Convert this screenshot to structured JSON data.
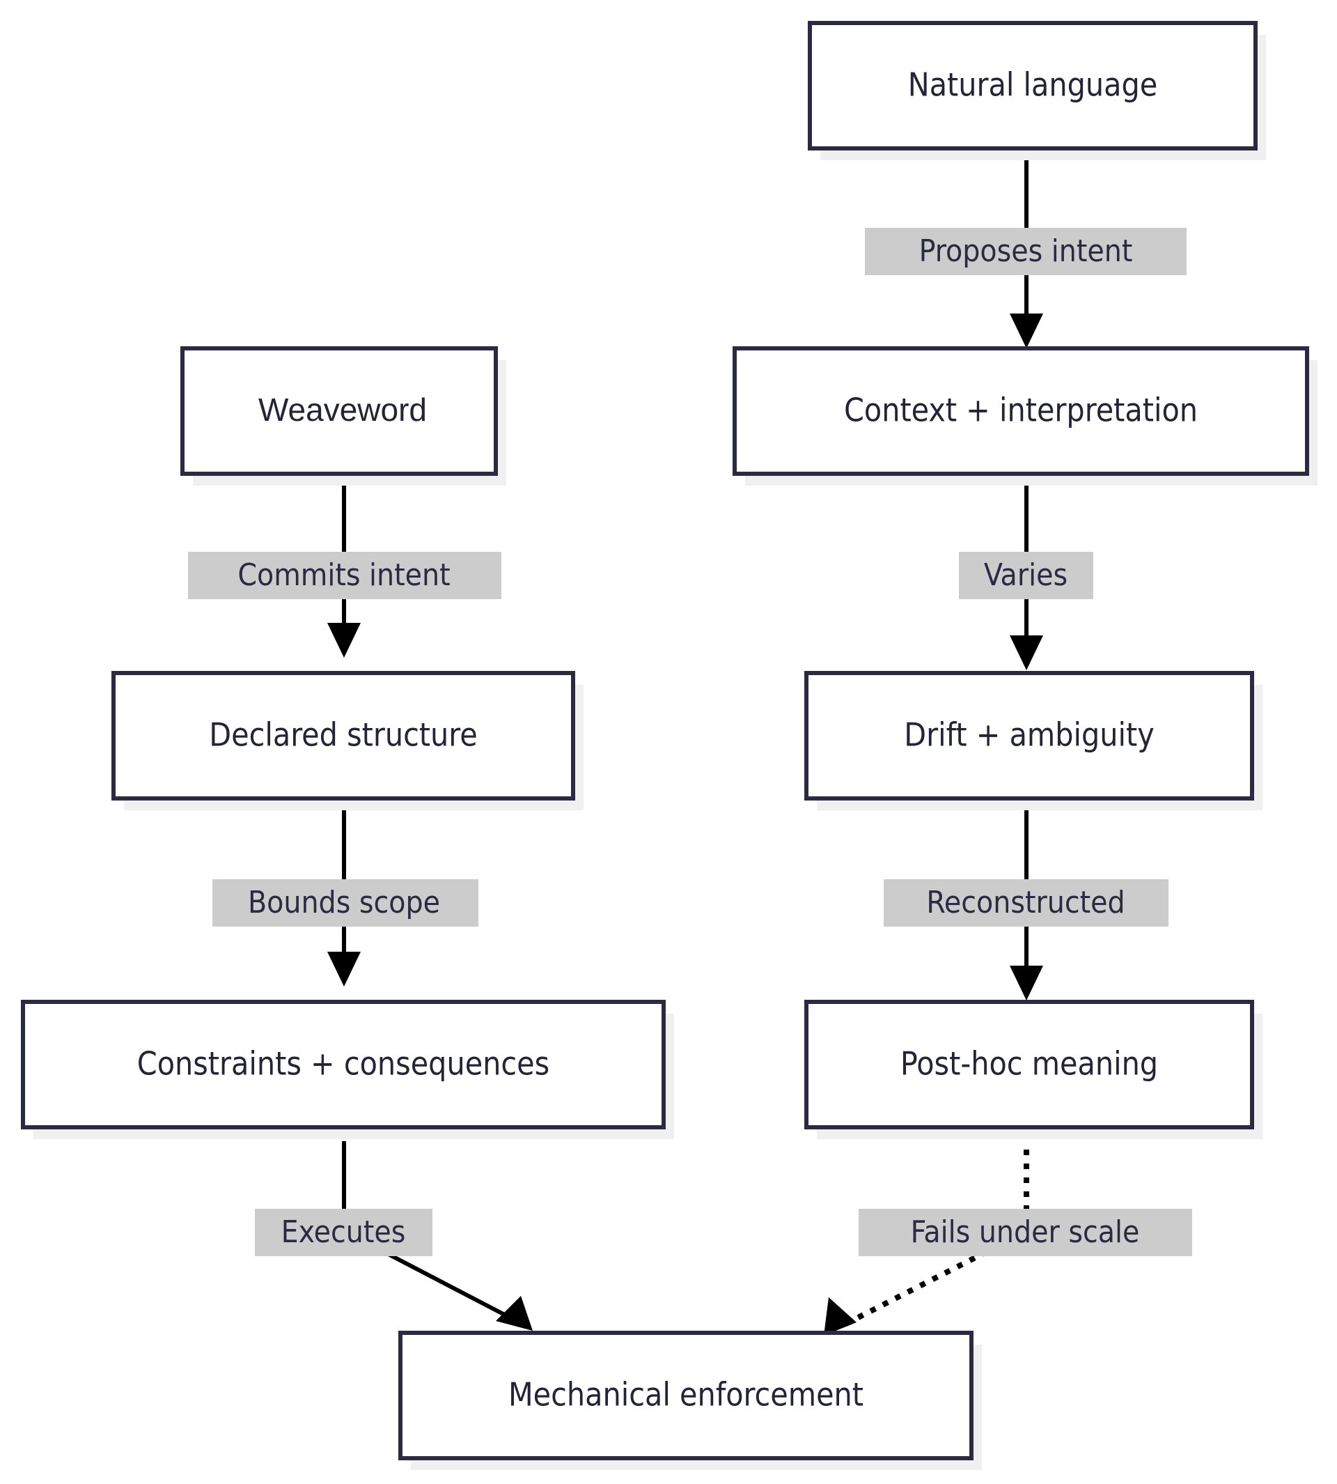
{
  "diagram": {
    "type": "flowchart",
    "direction": "top-down",
    "background_color": "#ffffff",
    "node_border_color": "#2a2a42",
    "node_fill_color": "#ffffff",
    "node_shadow_color": "#f0f0f0",
    "edge_color": "#000000",
    "edge_label_background": "#cccccc",
    "edge_label_text_color": "#2a2a42",
    "nodes": [
      {
        "id": "natural_language",
        "label": "Natural language",
        "column": "right",
        "row": 0
      },
      {
        "id": "context_interpretation",
        "label": "Context + interpretation",
        "column": "right",
        "row": 1
      },
      {
        "id": "drift_ambiguity",
        "label": "Drift + ambiguity",
        "column": "right",
        "row": 2
      },
      {
        "id": "post_hoc_meaning",
        "label": "Post-hoc meaning",
        "column": "right",
        "row": 3
      },
      {
        "id": "weaveword",
        "label": "Weaveword",
        "column": "left",
        "row": 1
      },
      {
        "id": "declared_structure",
        "label": "Declared structure",
        "column": "left",
        "row": 2
      },
      {
        "id": "constraints_consequences",
        "label": "Constraints + consequences",
        "column": "left",
        "row": 3
      },
      {
        "id": "mechanical_enforcement",
        "label": "Mechanical enforcement",
        "column": "center",
        "row": 4
      }
    ],
    "edges": [
      {
        "id": "e1",
        "from": "natural_language",
        "to": "context_interpretation",
        "label": "Proposes intent",
        "style": "solid"
      },
      {
        "id": "e2",
        "from": "context_interpretation",
        "to": "drift_ambiguity",
        "label": "Varies",
        "style": "solid"
      },
      {
        "id": "e3",
        "from": "drift_ambiguity",
        "to": "post_hoc_meaning",
        "label": "Reconstructed",
        "style": "solid"
      },
      {
        "id": "e4",
        "from": "post_hoc_meaning",
        "to": "mechanical_enforcement",
        "label": "Fails under scale",
        "style": "dotted"
      },
      {
        "id": "e5",
        "from": "weaveword",
        "to": "declared_structure",
        "label": "Commits intent",
        "style": "solid"
      },
      {
        "id": "e6",
        "from": "declared_structure",
        "to": "constraints_consequences",
        "label": "Bounds scope",
        "style": "solid"
      },
      {
        "id": "e7",
        "from": "constraints_consequences",
        "to": "mechanical_enforcement",
        "label": "Executes",
        "style": "solid"
      }
    ]
  }
}
